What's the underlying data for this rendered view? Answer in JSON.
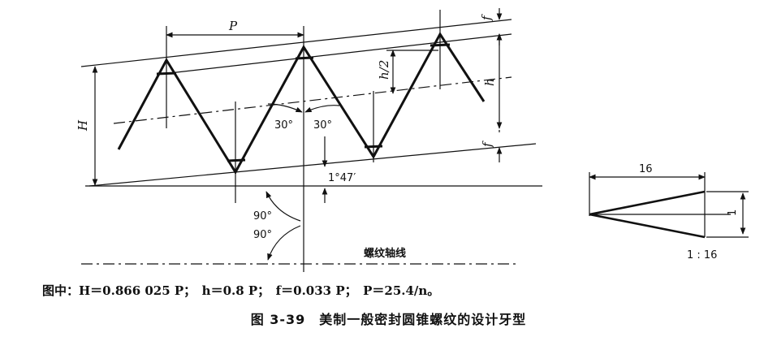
{
  "labels": {
    "pitch": "P",
    "H": "H",
    "half_h": "h/2",
    "h": "h",
    "f_top": "f",
    "f_bottom": "f",
    "angle_left": "30°",
    "angle_right": "30°",
    "taper_angle": "1°47′",
    "right_angle_1": "90°",
    "right_angle_2": "90°",
    "axis_label": "螺纹轴线",
    "taper_length": "16",
    "taper_ratio": "1 : 16",
    "taper_height": "1"
  },
  "formula": "图中：H＝0.866 025 P；　h＝0.8 P；　f＝0.033 P；　P＝25.4/n。",
  "caption": "图 3-39　美制一般密封圆锥螺纹的设计牙型"
}
